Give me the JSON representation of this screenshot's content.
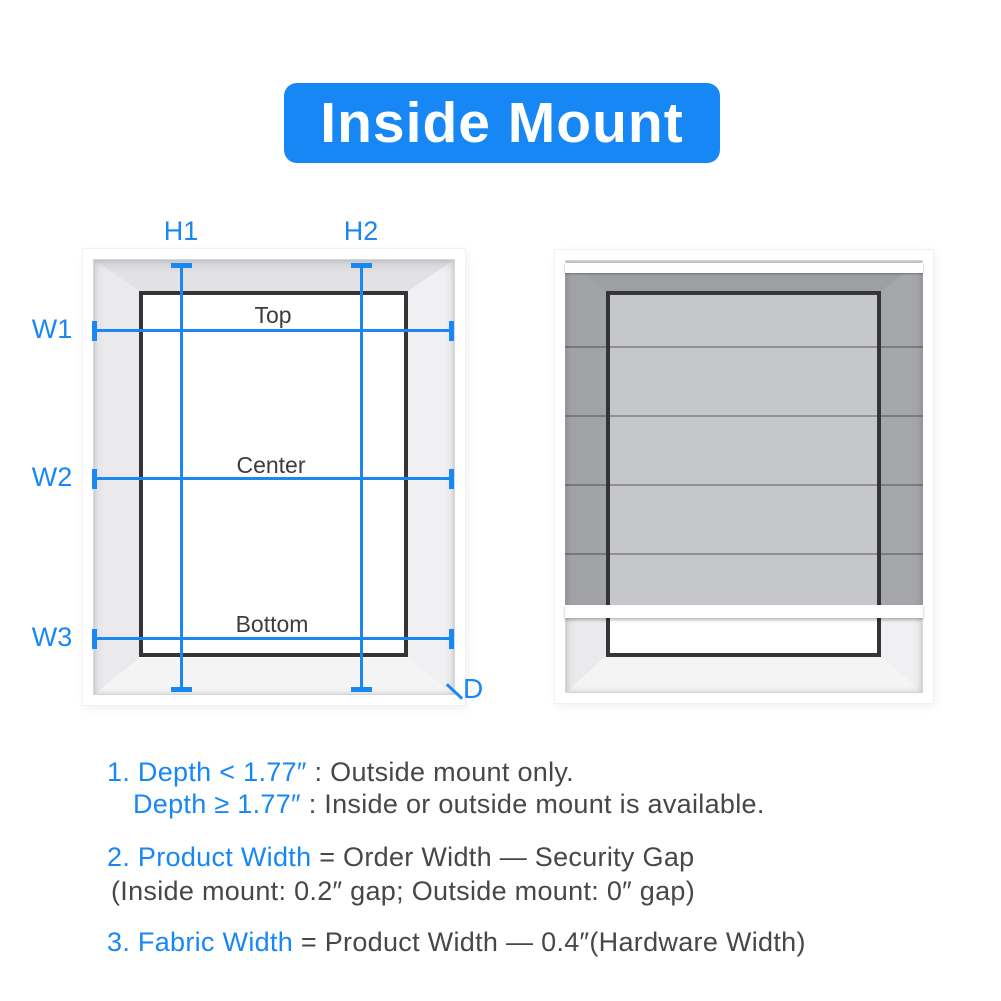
{
  "banner": {
    "title": "Inside Mount"
  },
  "colors": {
    "accent_blue": "#1787f5",
    "measure_line_blue": "#1b87f3",
    "label_dark": "#3d3d40",
    "note_text": "#474749",
    "frame_inner_line": "#353538",
    "shade_fabric": "rgba(66,68,74,0.30)"
  },
  "measurements": {
    "h1": "H1",
    "h2": "H2",
    "w1": "W1",
    "w2": "W2",
    "w3": "W3",
    "top": "Top",
    "center": "Center",
    "bottom": "Bottom",
    "depth": "D"
  },
  "notes": {
    "n1_blue": "1. Depth < 1.77″",
    "n1_rest": " : Outside mount only.",
    "n1b_blue": "Depth ≥ 1.77″",
    "n1b_rest": " : Inside or outside mount is available.",
    "n2_blue": "2. Product Width",
    "n2_rest": " = Order Width — Security Gap",
    "n2_sub": "(Inside mount: 0.2″ gap; Outside mount: 0″ gap)",
    "n3_blue": "3. Fabric Width",
    "n3_rest": " = Product Width — 0.4″(Hardware Width)"
  }
}
